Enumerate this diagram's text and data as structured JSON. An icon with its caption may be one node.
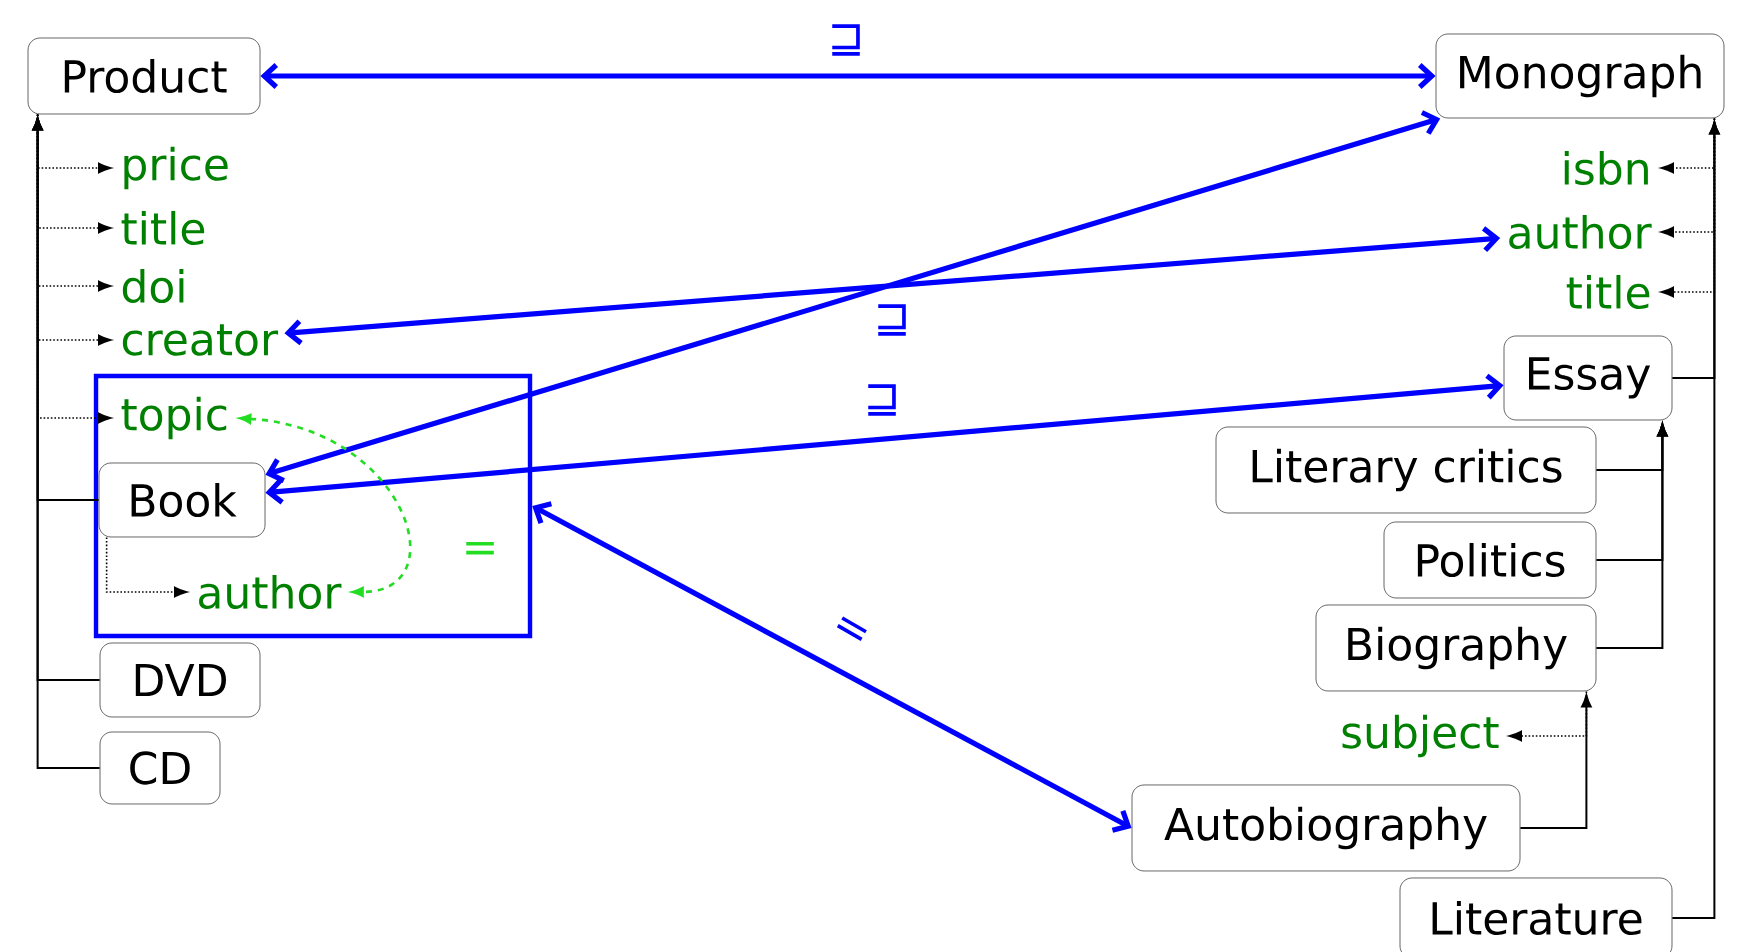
{
  "diagram": {
    "nodes": [
      {
        "text": [
          "Product"
        ]
      },
      {
        "text": [
          "price"
        ]
      },
      {
        "text": [
          "title"
        ]
      },
      {
        "text": [
          "doi"
        ]
      },
      {
        "text": [
          "creator"
        ]
      },
      {
        "text": [],
        "shape": "box"
      },
      {
        "text": [
          "topic"
        ],
        "in": 5
      },
      {
        "text": [
          "Book"
        ],
        "in": 5
      },
      {
        "text": [
          "author"
        ],
        "in": 5
      },
      {
        "text": [
          "DVD"
        ]
      },
      {
        "text": [
          "CD"
        ]
      },
      {
        "text": [
          "Monograph"
        ]
      },
      {
        "text": [
          "isbn"
        ]
      },
      {
        "text": [
          "author"
        ]
      },
      {
        "text": [
          "title"
        ]
      },
      {
        "text": [
          "Essay"
        ]
      },
      {
        "text": [
          "Literary critics"
        ]
      },
      {
        "text": [
          "Politics"
        ]
      },
      {
        "text": [
          "Biography"
        ]
      },
      {
        "text": [
          "subject"
        ]
      },
      {
        "text": [
          "Autobiography"
        ]
      },
      {
        "text": [
          "Literature"
        ]
      }
    ],
    "edges": [
      {
        "from": 0,
        "to": 11,
        "arrow": "both",
        "label": "⊒",
        "style": "thick",
        "color": "#0000ff"
      },
      {
        "from": 7,
        "to": 11,
        "arrow": "both",
        "label": "⊒",
        "style": "thick",
        "color": "#0000ff"
      },
      {
        "from": 4,
        "to": 13,
        "arrow": "both",
        "style": "thick",
        "color": "#0000ff"
      },
      {
        "from": 7,
        "to": 15,
        "arrow": "both",
        "label": "⊒",
        "style": "thick",
        "color": "#0000ff"
      },
      {
        "from": 5,
        "to": 20,
        "arrow": "both",
        "label": "=",
        "style": "thick",
        "color": "#0000ff"
      },
      {
        "from": 6,
        "to": 8,
        "arrow": "both",
        "label": "=",
        "style": "dashed",
        "color": "#22dd22"
      },
      {
        "from": 7,
        "to": 0,
        "arrow": "to"
      },
      {
        "from": 9,
        "to": 0,
        "arrow": "to"
      },
      {
        "from": 10,
        "to": 0,
        "arrow": "to"
      },
      {
        "from": 0,
        "to": 1,
        "arrow": "to",
        "style": "dashed"
      },
      {
        "from": 0,
        "to": 2,
        "arrow": "to",
        "style": "dashed"
      },
      {
        "from": 0,
        "to": 3,
        "arrow": "to",
        "style": "dashed"
      },
      {
        "from": 0,
        "to": 4,
        "arrow": "to",
        "style": "dashed"
      },
      {
        "from": 0,
        "to": 6,
        "arrow": "to",
        "style": "dashed"
      },
      {
        "from": 7,
        "to": 8,
        "arrow": "to",
        "style": "dashed"
      },
      {
        "from": 11,
        "to": 12,
        "arrow": "to",
        "style": "dashed"
      },
      {
        "from": 11,
        "to": 13,
        "arrow": "to",
        "style": "dashed"
      },
      {
        "from": 11,
        "to": 14,
        "arrow": "to",
        "style": "dashed"
      },
      {
        "from": 15,
        "to": 11,
        "arrow": "to"
      },
      {
        "from": 21,
        "to": 11,
        "arrow": "to"
      },
      {
        "from": 16,
        "to": 15,
        "arrow": "to"
      },
      {
        "from": 17,
        "to": 15,
        "arrow": "to"
      },
      {
        "from": 18,
        "to": 15,
        "arrow": "to"
      },
      {
        "from": 20,
        "to": 18,
        "arrow": "to"
      },
      {
        "from": 18,
        "to": 19,
        "arrow": "to",
        "style": "dashed"
      }
    ]
  }
}
